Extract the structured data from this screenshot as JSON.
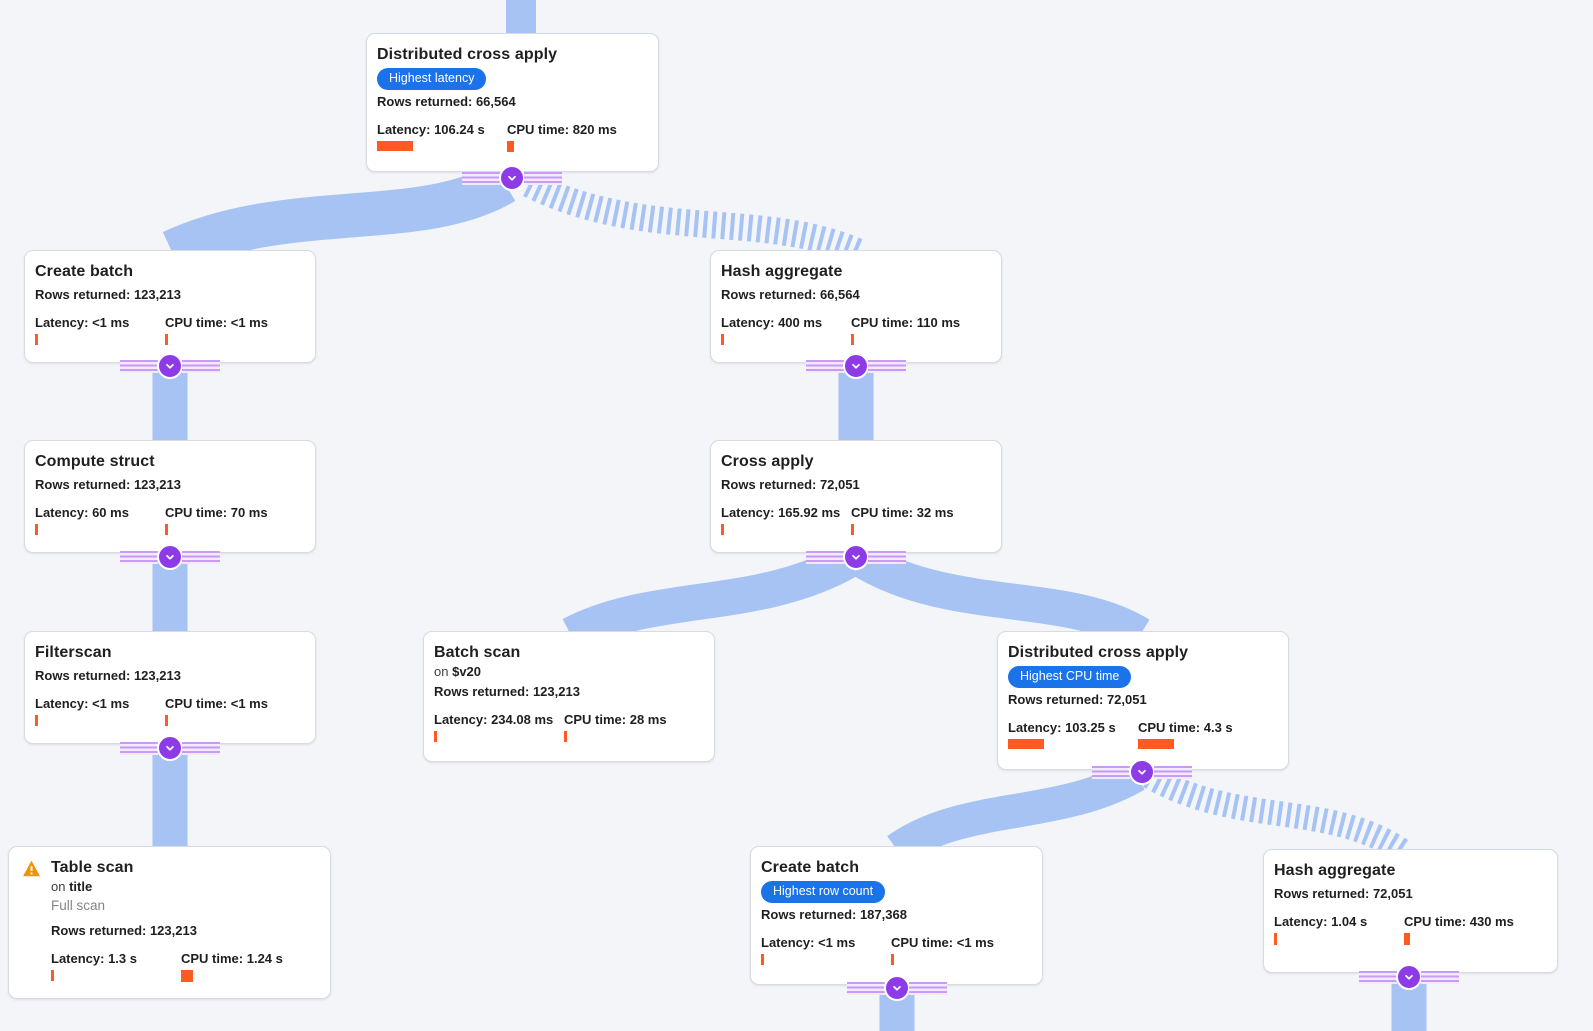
{
  "colors": {
    "canvas_bg": "#f3f5f9",
    "edge_blue": "#a6c3f3",
    "bar_orange": "#ff5a21",
    "badge_blue": "#1a73e8",
    "connector_purple": "#8d3be6",
    "warning_amber": "#f09300"
  },
  "icons": {
    "connector": "chevron-down-icon",
    "table_scan_alert": "warning-triangle-icon"
  },
  "nodes": [
    {
      "title": "Distributed cross apply",
      "badge": "Highest latency",
      "rows": "Rows returned: 66,564",
      "latency": "Latency: 106.24 s",
      "cpu": "CPU time: 820 ms",
      "latency_bar": "width:36px;height:10px",
      "cpu_bar": "width:7px;height:11px"
    },
    {
      "title": "Create batch",
      "rows": "Rows returned: 123,213",
      "latency": "Latency: <1 ms",
      "cpu": "CPU time: <1 ms",
      "latency_bar": "width:3px;height:11px",
      "cpu_bar": "width:3px;height:11px"
    },
    {
      "title": "Hash aggregate",
      "rows": "Rows returned: 66,564",
      "latency": "Latency: 400 ms",
      "cpu": "CPU time: 110 ms",
      "latency_bar": "width:3px;height:11px",
      "cpu_bar": "width:3px;height:11px"
    },
    {
      "title": "Compute struct",
      "rows": "Rows returned: 123,213",
      "latency": "Latency: 60 ms",
      "cpu": "CPU time: 70 ms",
      "latency_bar": "width:3px;height:11px",
      "cpu_bar": "width:3px;height:11px"
    },
    {
      "title": "Cross apply",
      "rows": "Rows returned: 72,051",
      "latency": "Latency: 165.92 ms",
      "cpu": "CPU time: 32 ms",
      "latency_bar": "width:3px;height:11px",
      "cpu_bar": "width:3px;height:11px"
    },
    {
      "title": "Filterscan",
      "rows": "Rows returned: 123,213",
      "latency": "Latency: <1 ms",
      "cpu": "CPU time: <1 ms",
      "latency_bar": "width:3px;height:11px",
      "cpu_bar": "width:3px;height:11px"
    },
    {
      "title": "Batch scan",
      "on_prefix": "on",
      "on_value": "$v20",
      "rows": "Rows returned: 123,213",
      "latency": "Latency: 234.08 ms",
      "cpu": "CPU time: 28 ms",
      "latency_bar": "width:3px;height:11px",
      "cpu_bar": "width:3px;height:11px"
    },
    {
      "title": "Distributed cross apply",
      "badge": "Highest CPU time",
      "rows": "Rows returned: 72,051",
      "latency": "Latency: 103.25 s",
      "cpu": "CPU time: 4.3 s",
      "latency_bar": "width:36px;height:10px",
      "cpu_bar": "width:36px;height:10px"
    },
    {
      "title": "Table scan",
      "on_prefix": "on",
      "on_value": "title",
      "note": "Full scan",
      "rows": "Rows returned: 123,213",
      "latency": "Latency: 1.3 s",
      "cpu": "CPU time: 1.24 s",
      "latency_bar": "width:3px;height:11px",
      "cpu_bar": "width:12px;height:12px"
    },
    {
      "title": "Create batch",
      "badge": "Highest row count",
      "rows": "Rows returned: 187,368",
      "latency": "Latency: <1 ms",
      "cpu": "CPU time: <1 ms",
      "latency_bar": "width:3px;height:11px",
      "cpu_bar": "width:3px;height:11px"
    },
    {
      "title": "Hash aggregate",
      "rows": "Rows returned: 72,051",
      "latency": "Latency: 1.04 s",
      "cpu": "CPU time: 430 ms",
      "latency_bar": "width:3px;height:12px",
      "cpu_bar": "width:6px;height:12px"
    }
  ]
}
